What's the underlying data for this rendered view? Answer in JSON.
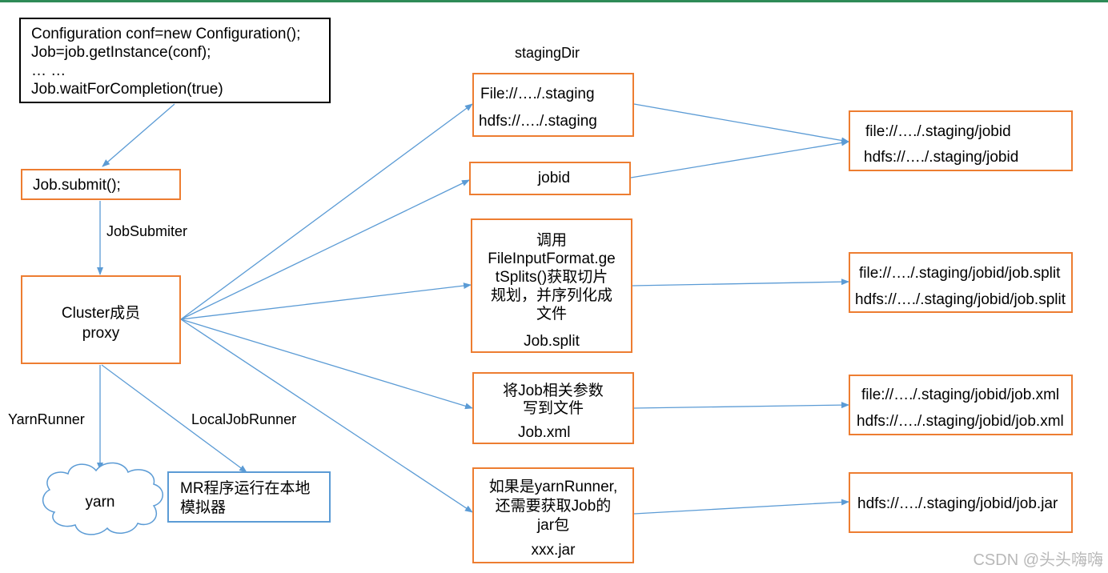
{
  "code_box": {
    "line1": "Configuration conf=new Configuration();",
    "line2": "Job=job.getInstance(conf);",
    "line3": "… …",
    "line4": "Job.waitForCompletion(true)"
  },
  "submit_box": "Job.submit();",
  "label_jobsubmiter": "JobSubmiter",
  "cluster_box": {
    "line1": "Cluster成员",
    "line2": "proxy"
  },
  "label_yarnrunner": "YarnRunner",
  "label_localjobrunner": "LocalJobRunner",
  "yarn_cloud": "yarn",
  "local_box": {
    "line1": "MR程序运行在本地",
    "line2": "模拟器"
  },
  "staging_label": "stagingDir",
  "staging_box": {
    "line1": "File://…./.staging",
    "line2": "hdfs://…./.staging"
  },
  "jobid_box": "jobid",
  "split_box": {
    "line1": "调用",
    "line2": "FileInputFormat.ge",
    "line3": "tSplits()获取切片",
    "line4": "规划，并序列化成",
    "line5": "文件",
    "line6": "Job.split"
  },
  "xml_box": {
    "line1": "将Job相关参数",
    "line2": "写到文件",
    "line3": "Job.xml"
  },
  "jar_box": {
    "line1": "如果是yarnRunner,",
    "line2": "还需要获取Job的",
    "line3": "jar包",
    "line4": "xxx.jar"
  },
  "out_jobid": {
    "line1": "file://…./.staging/jobid",
    "line2": "hdfs://…./.staging/jobid"
  },
  "out_split": {
    "line1": "file://…./.staging/jobid/job.split",
    "line2": "hdfs://…./.staging/jobid/job.split"
  },
  "out_xml": {
    "line1": "file://…./.staging/jobid/job.xml",
    "line2": "hdfs://…./.staging/jobid/job.xml"
  },
  "out_jar": {
    "line1": "hdfs://…./.staging/jobid/job.jar"
  },
  "watermark": "CSDN @头头嗨嗨",
  "colors": {
    "orange": "#ed7d31",
    "arrow": "#5b9bd5",
    "blue_box": "#5b9bd5",
    "topbar": "#2e8b57"
  }
}
